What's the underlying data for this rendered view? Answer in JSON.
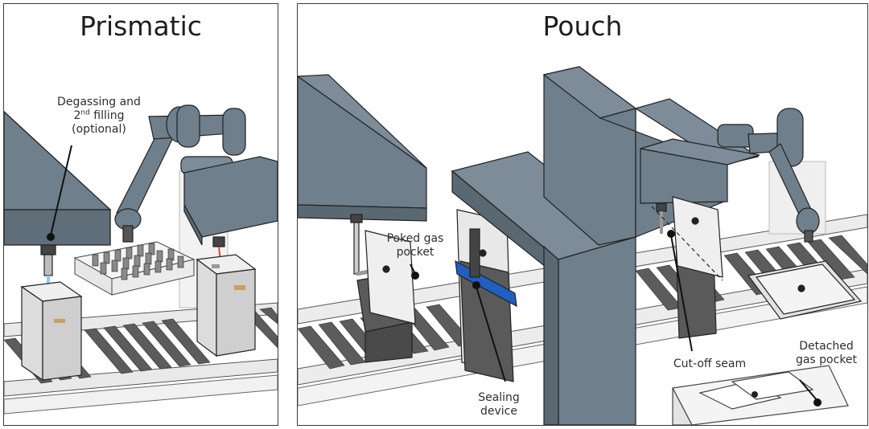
{
  "panels": [
    {
      "title": "Prismatic",
      "callouts": [
        {
          "lines": [
            "Degassing and",
            "filling",
            "(optional)"
          ],
          "superscript_prefix": "2",
          "superscript": "nd"
        }
      ]
    },
    {
      "title": "Pouch",
      "callouts": [
        {
          "lines": [
            "Poked gas",
            "pocket"
          ]
        },
        {
          "lines": [
            "Sealing",
            "device"
          ]
        },
        {
          "lines": [
            "Cut-off seam"
          ]
        },
        {
          "lines": [
            "Detached",
            "gas pocket"
          ]
        }
      ]
    }
  ],
  "colors": {
    "machine_gray": "#6f7f8c",
    "machine_dark": "#4f5c66",
    "cell_dark": "#5a5a5a",
    "sealing_blue": "#1f5fbf",
    "laser_red": "#e0403a",
    "nozzle_blue": "#8ec8f0",
    "conveyor_slat": "#5c5c5c",
    "outline": "#222222"
  }
}
